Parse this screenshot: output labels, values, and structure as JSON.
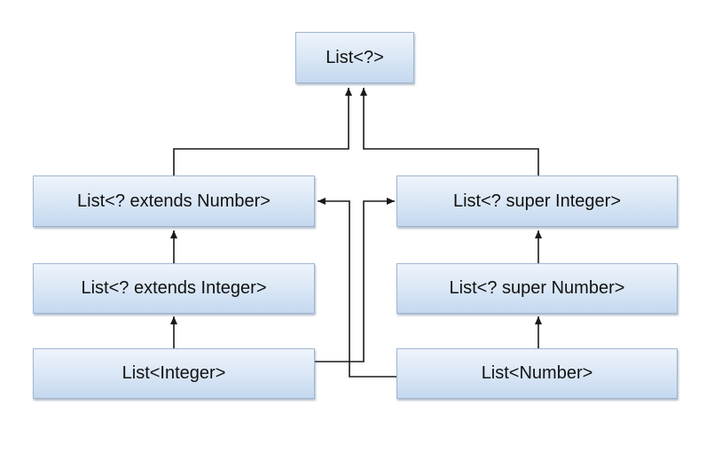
{
  "nodes": {
    "list_wildcard": "List<?>",
    "list_extends_number": "List<? extends Number>",
    "list_super_integer": "List<? super Integer>",
    "list_extends_integer": "List<? extends Integer>",
    "list_super_number": "List<? super Number>",
    "list_integer": "List<Integer>",
    "list_number": "List<Number>"
  },
  "edges": [
    {
      "from": "list_extends_number",
      "to": "list_wildcard"
    },
    {
      "from": "list_super_integer",
      "to": "list_wildcard"
    },
    {
      "from": "list_extends_integer",
      "to": "list_extends_number"
    },
    {
      "from": "list_integer",
      "to": "list_extends_integer"
    },
    {
      "from": "list_super_number",
      "to": "list_super_integer"
    },
    {
      "from": "list_number",
      "to": "list_super_number"
    },
    {
      "from": "list_integer",
      "to": "list_super_integer"
    },
    {
      "from": "list_number",
      "to": "list_extends_number"
    }
  ],
  "colors": {
    "node_fill_top": "#eef4fb",
    "node_fill_bottom": "#c4d8ef",
    "node_border": "#9fb6cf",
    "edge": "#1a1a1a"
  }
}
